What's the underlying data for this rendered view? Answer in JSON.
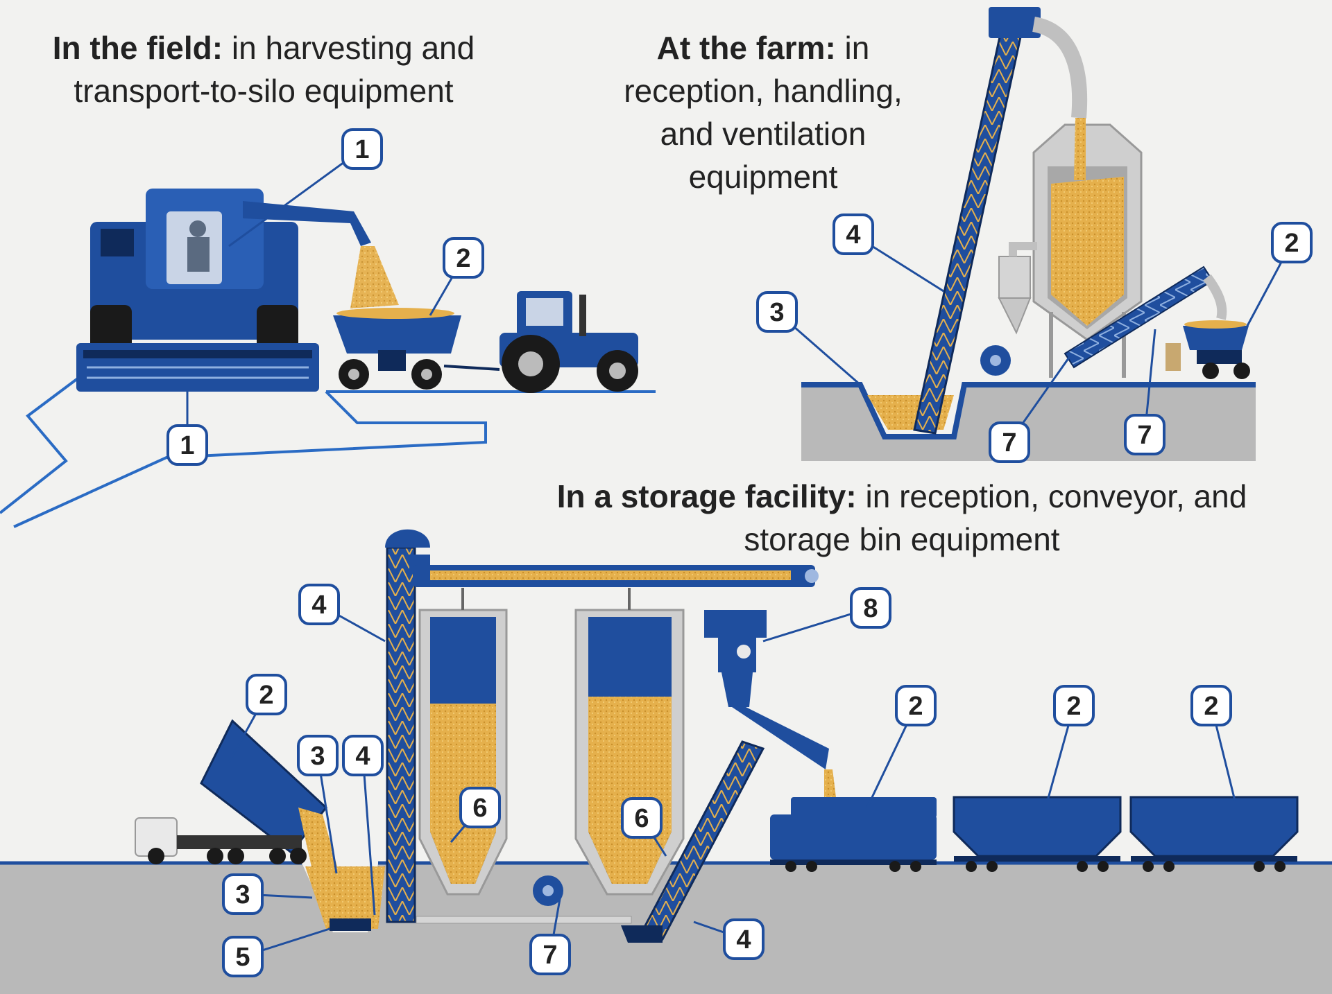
{
  "captions": {
    "field": {
      "heading": "In the field:",
      "text": "in harvesting and transport-to-silo equipment"
    },
    "farm": {
      "heading": "At the farm:",
      "text": "in reception, handling, and ventilation equipment"
    },
    "storage": {
      "heading": "In a storage facility:",
      "text": "in reception, conveyor, and storage bin equipment"
    }
  },
  "callouts": {
    "field": [
      "1",
      "2",
      "1"
    ],
    "farm": [
      "4",
      "3",
      "2",
      "7",
      "7"
    ],
    "storage": [
      "4",
      "2",
      "3",
      "4",
      "3",
      "5",
      "6",
      "6",
      "7",
      "4",
      "8",
      "2",
      "2",
      "2"
    ]
  },
  "colors": {
    "equipment_blue": "#1f4e9e",
    "dark_navy": "#0f2a5a",
    "grain": "#e5b04c",
    "silo_gray": "#b8b8b8",
    "ground": "#b9b9b9",
    "background": "#f2f2f0"
  },
  "icons": [
    "combine-harvester-icon",
    "grain-cart-icon",
    "tractor-icon",
    "grain-silo-icon",
    "bucket-elevator-icon",
    "auger-conveyor-icon",
    "dump-truck-icon",
    "locomotive-icon",
    "hopper-car-icon",
    "dryer-icon",
    "fan-icon"
  ]
}
